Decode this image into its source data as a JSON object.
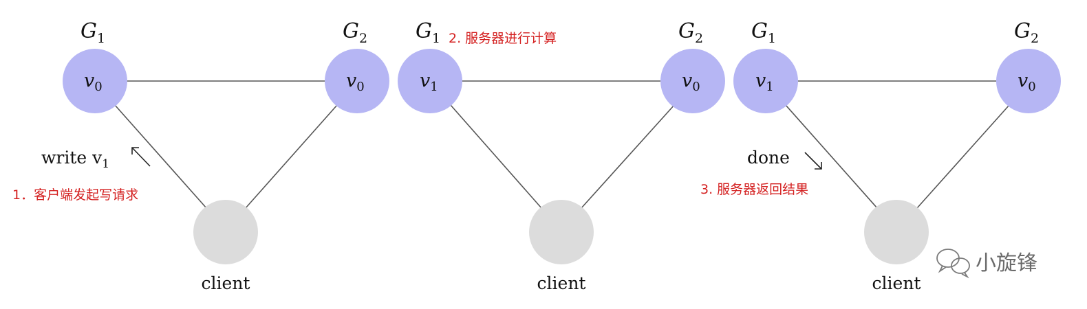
{
  "panels": [
    {
      "g1_label": {
        "base": "G",
        "sub": "1"
      },
      "g2_label": {
        "base": "G",
        "sub": "2"
      },
      "left_value": {
        "base": "v",
        "sub": "0"
      },
      "right_value": {
        "base": "v",
        "sub": "0"
      },
      "client_label": "client",
      "message": {
        "base": "write v",
        "sub": "1",
        "arrow": "↖"
      },
      "step_note": "1．客户端发起写请求"
    },
    {
      "g1_label": {
        "base": "G",
        "sub": "1"
      },
      "g2_label": {
        "base": "G",
        "sub": "2"
      },
      "left_value": {
        "base": "v",
        "sub": "1"
      },
      "right_value": {
        "base": "v",
        "sub": "0"
      },
      "client_label": "client",
      "step_note": "2. 服务器进行计算"
    },
    {
      "g1_label": {
        "base": "G",
        "sub": "1"
      },
      "g2_label": {
        "base": "G",
        "sub": "2"
      },
      "left_value": {
        "base": "v",
        "sub": "1"
      },
      "right_value": {
        "base": "v",
        "sub": "0"
      },
      "client_label": "client",
      "message": {
        "base": "done",
        "arrow": "↘"
      },
      "step_note": "3. 服务器返回结果"
    }
  ],
  "watermark": {
    "text": "小旋锋",
    "icon": "wechat-icon"
  },
  "colors": {
    "server_node": "#b6b6f4",
    "client_node": "#dcdcdc",
    "note_text": "#d42020",
    "edge": "#555555"
  }
}
